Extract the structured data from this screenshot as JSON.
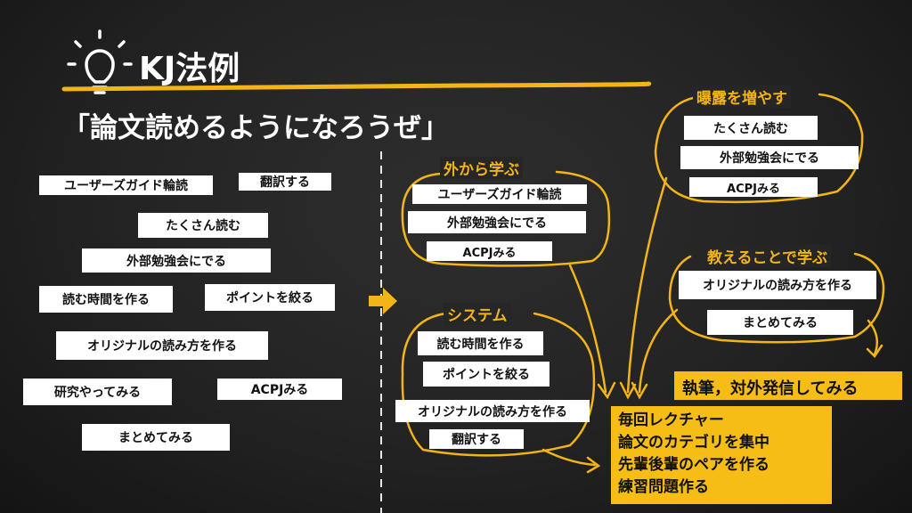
{
  "colors": {
    "accent": "#f2b416",
    "card": "#ffffff",
    "board": "#1e1e1e"
  },
  "header": {
    "icon": "lightbulb-icon",
    "title": "KJ法例",
    "subtitle": "「論文読めるようになろうぜ」"
  },
  "left_cards": {
    "c1": "ユーザーズガイド輪読",
    "c2": "翻訳する",
    "c3": "たくさん読む",
    "c4": "外部勉強会にでる",
    "c5": "読む時間を作る",
    "c6": "ポイントを絞る",
    "c7": "オリジナルの読み方を作る",
    "c8": "研究やってみる",
    "c9": "ACPJみる",
    "c10": "まとめてみる"
  },
  "groups": {
    "outside": {
      "label": "外から学ぶ",
      "items": [
        "ユーザーズガイド輪読",
        "外部勉強会にでる",
        "ACPJみる"
      ]
    },
    "system": {
      "label": "システム",
      "items": [
        "読む時間を作る",
        "ポイントを絞る",
        "オリジナルの読み方を作る",
        "翻訳する"
      ]
    },
    "exposure": {
      "label": "曝露を増やす",
      "items": [
        "たくさん読む",
        "外部勉強会にでる",
        "ACPJみる"
      ]
    },
    "teach": {
      "label": "教えることで学ぶ",
      "items": [
        "オリジナルの読み方を作る",
        "まとめてみる"
      ]
    }
  },
  "results": {
    "writing": "執筆，対外発信してみる",
    "actions": [
      "毎回レクチャー",
      "論文のカテゴリを集中",
      "先輩後輩のペアを作る",
      "練習問題作る"
    ]
  }
}
